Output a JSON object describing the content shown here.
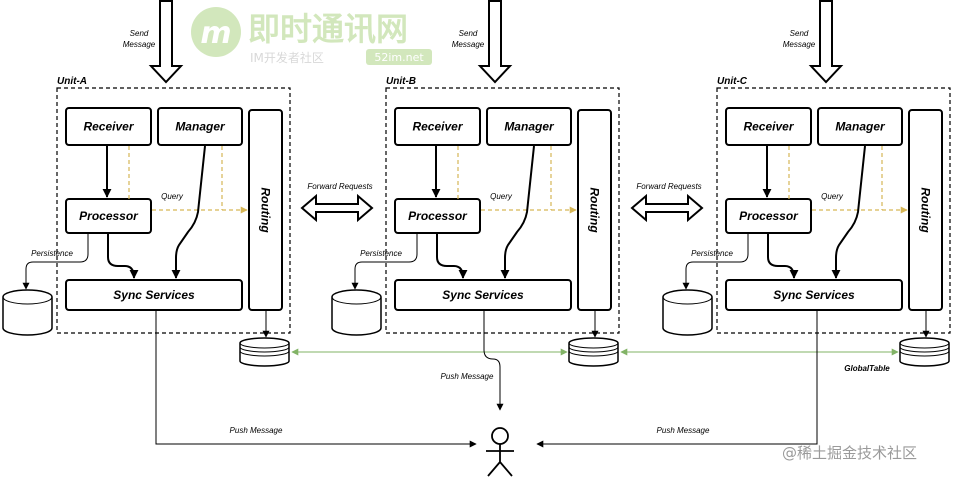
{
  "units": [
    {
      "label": "Unit-A",
      "send_lines": [
        "Send",
        "Message"
      ],
      "receiver": "Receiver",
      "manager": "Manager",
      "processor": "Processor",
      "sync_services": "Sync Services",
      "routing": "Routing",
      "query": "Query",
      "persistence": "Persistence"
    },
    {
      "label": "Unit-B",
      "send_lines": [
        "Send",
        "Message"
      ],
      "receiver": "Receiver",
      "manager": "Manager",
      "processor": "Processor",
      "sync_services": "Sync Services",
      "routing": "Routing",
      "query": "Query",
      "persistence": "Persistence"
    },
    {
      "label": "Unit-C",
      "send_lines": [
        "Send",
        "Message"
      ],
      "receiver": "Receiver",
      "manager": "Manager",
      "processor": "Processor",
      "sync_services": "Sync Services",
      "routing": "Routing",
      "query": "Query",
      "persistence": "Persistence"
    }
  ],
  "forward_links": [
    {
      "label": "Forward Requests"
    },
    {
      "label": "Forward Requests"
    }
  ],
  "push_labels": [
    "Push Message",
    "Push Message",
    "Push Message"
  ],
  "global_table": "GlobalTable",
  "icons": {
    "client": "user-icon",
    "persistence_store": "database-icon",
    "global_table_store": "database-icon"
  },
  "colors": {
    "stroke": "#000000",
    "query_dashed": "#d6b656",
    "global_table_sync": "#82b366",
    "watermark_green": "#8cc152"
  },
  "watermarks": {
    "logo_letter": "m",
    "site_name": "即时通讯网",
    "site_subtitle": "IM开发者社区",
    "site_url": "52im.net",
    "corner": "@稀土掘金技术社区"
  }
}
